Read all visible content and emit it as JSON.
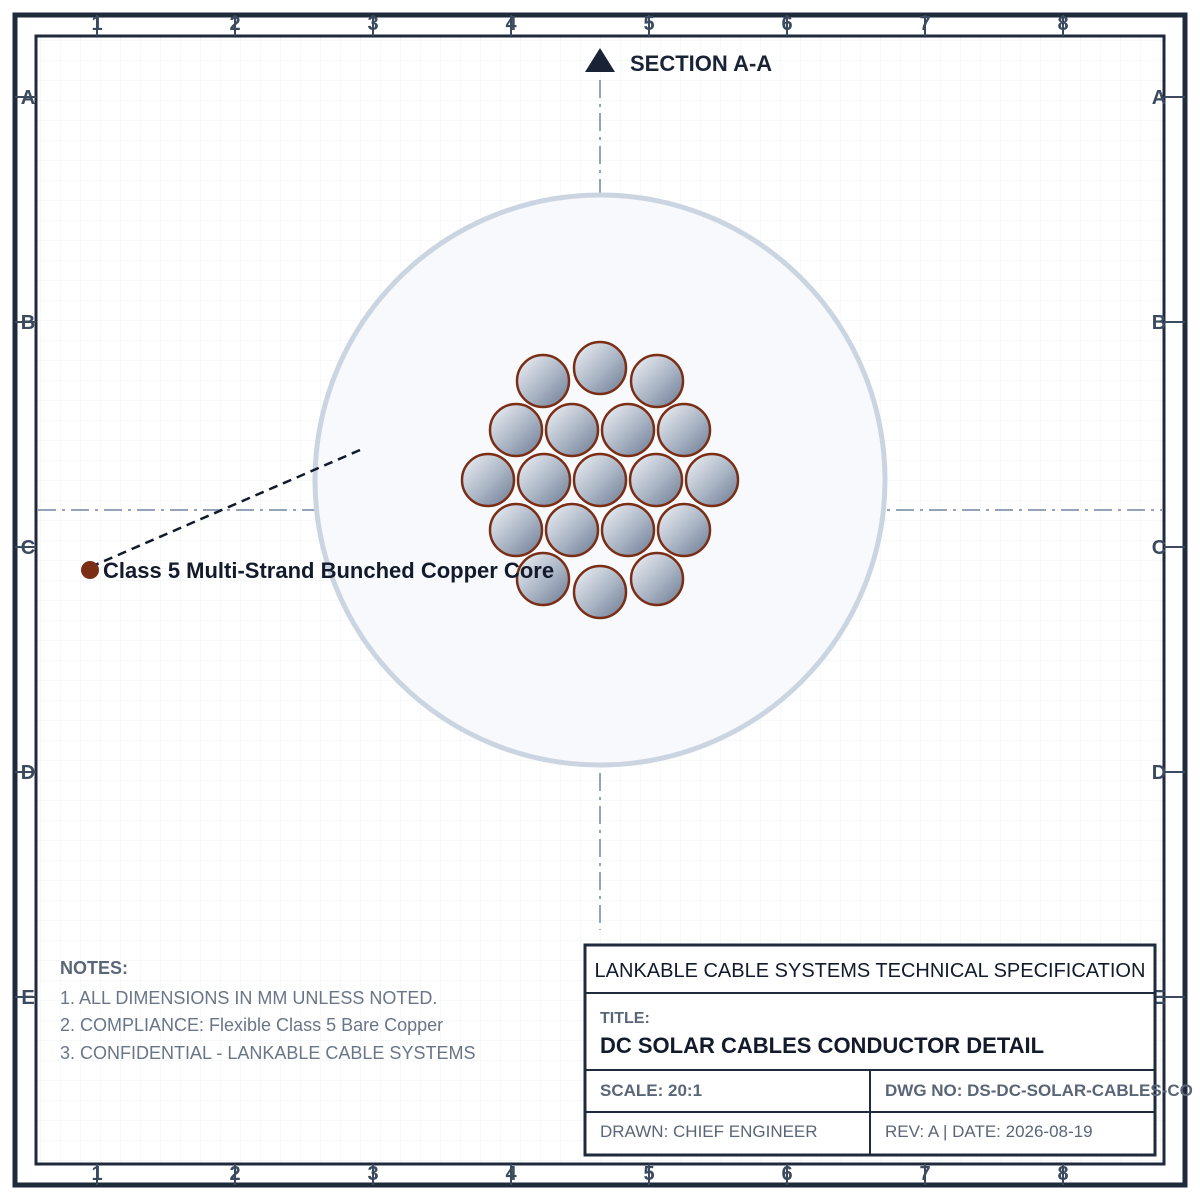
{
  "drawing": {
    "section_label": "SECTION A-A",
    "callout_label": "Class 5 Multi-Strand Bunched Copper Core",
    "zone_columns": [
      "1",
      "2",
      "3",
      "4",
      "5",
      "6",
      "7",
      "8"
    ],
    "zone_rows": [
      "A",
      "B",
      "C",
      "D",
      "E"
    ],
    "strand_count": 19,
    "colors": {
      "border": "#1f2a3c",
      "jacket_fill": "#f7f9fc",
      "jacket_stroke": "#cbd5e1",
      "strand_stroke": "#7a2e16",
      "strand_light": "#eef1f6",
      "strand_dark": "#7a889e",
      "centerline": "#94a3b8",
      "grid": "#e9edf2",
      "callout_dot": "#7a2e16"
    }
  },
  "notes": {
    "heading": "NOTES:",
    "lines": [
      "1. ALL DIMENSIONS IN MM UNLESS NOTED.",
      "2. COMPLIANCE: Flexible Class 5 Bare Copper",
      "3. CONFIDENTIAL - LANKABLE CABLE SYSTEMS"
    ]
  },
  "title_block": {
    "company": "LANKABLE CABLE SYSTEMS TECHNICAL SPECIFICATION",
    "title_label": "TITLE:",
    "title": "DC SOLAR CABLES CONDUCTOR DETAIL",
    "scale": "SCALE: 20:1",
    "dwg_no": "DWG NO: DS-DC-SOLAR-CABLES-CO",
    "drawn": "DRAWN: CHIEF ENGINEER",
    "rev_date": "REV: A | DATE: 2026-08-19"
  }
}
